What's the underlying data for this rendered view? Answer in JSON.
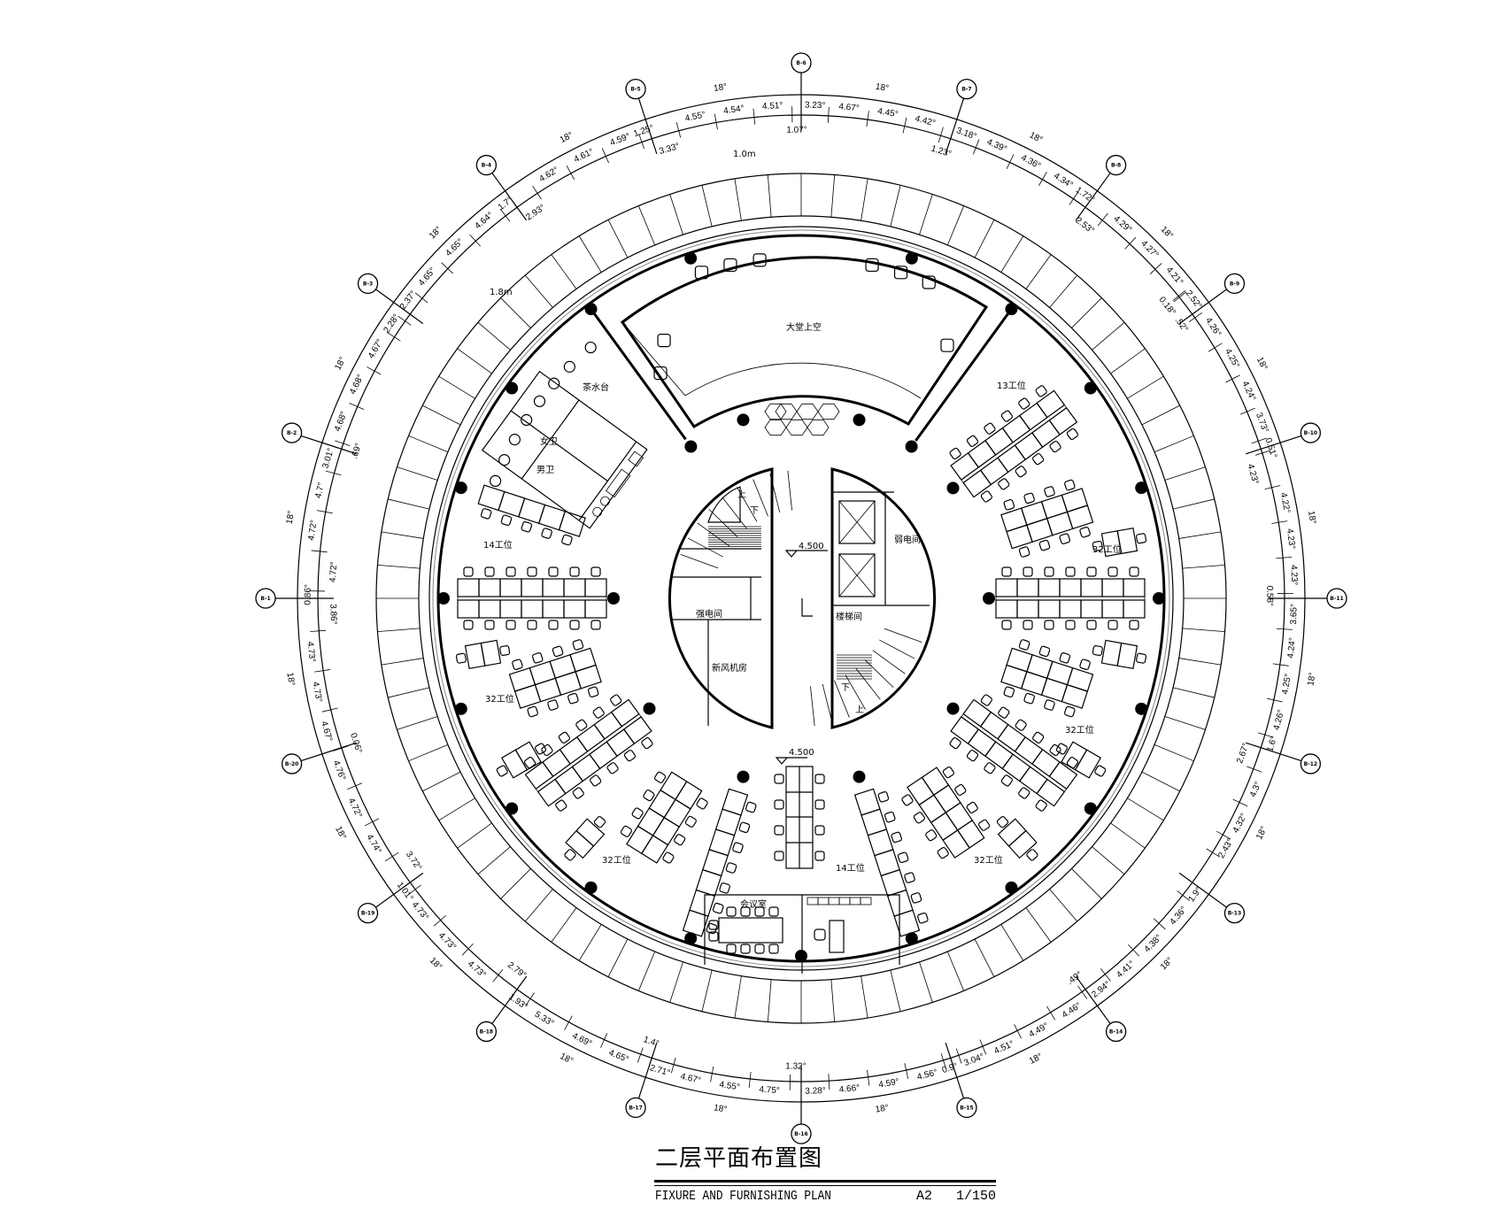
{
  "title": {
    "cn": "二层平面布置图",
    "en": "FIXURE AND FURNISHING PLAN",
    "sheet": "A2",
    "scale": "1/150"
  },
  "axes": [
    "B-1",
    "B-2",
    "B-3",
    "B-4",
    "B-5",
    "B-6",
    "B-7",
    "B-8",
    "B-9",
    "B-10",
    "B-11",
    "B-12",
    "B-13",
    "B-14",
    "B-15",
    "B-16",
    "B-17",
    "B-18",
    "B-19",
    "B-20"
  ],
  "segment_angle": "18°",
  "dims": [
    [
      "0.86°",
      "4.72°",
      "4.72°",
      "4.7°",
      "3.01°"
    ],
    [
      ".69°",
      "4.68°",
      "4.68°",
      "4.67°",
      "2.28°"
    ],
    [
      "2.37°",
      "4.65°",
      "4.65°",
      "4.64°",
      "1.7°"
    ],
    [
      "2.93°",
      "4.62°",
      "4.61°",
      "4.59°",
      "1.25°"
    ],
    [
      "3.33°",
      "4.55°",
      "4.54°",
      "4.51°",
      "1.07°"
    ],
    [
      "3.23°",
      "4.67°",
      "4.45°",
      "4.42°",
      "1.23°"
    ],
    [
      "3.18°",
      "4.39°",
      "4.36°",
      "4.34°",
      "1.72°"
    ],
    [
      "2.53°",
      "4.29°",
      "4.27°",
      "4.21°",
      "0.18°",
      "2.52°"
    ],
    [
      ".52°",
      "4.26°",
      "4.25°",
      "4.24°",
      "3.73°"
    ],
    [
      "0.51°",
      "4.23°",
      "4.22°",
      "4.23°",
      "4.23°",
      "0.58°"
    ],
    [
      "3.65°",
      "4.24°",
      "4.25°",
      "4.26°",
      "1.6°"
    ],
    [
      "2.67°",
      "4.3°",
      "4.32°",
      "2.43°"
    ],
    [
      "1.9°",
      "4.36°",
      "4.38°",
      "4.41°",
      "2.94°"
    ],
    [
      ".49°",
      "4.46°",
      "4.49°",
      "4.51°",
      "3.04°"
    ],
    [
      "0.9°",
      "4.56°",
      "4.59°",
      "4.66°",
      "3.28°"
    ],
    [
      "1.32°",
      "4.75°",
      "4.55°",
      "4.67°",
      "2.71°"
    ],
    [
      "1.4°",
      "4.65°",
      "4.69°",
      "5.33°",
      "1.93°"
    ],
    [
      "2.79°",
      "4.73°",
      "4.73°",
      "4.73°",
      "1.01°"
    ],
    [
      "3.72°",
      "4.74°",
      "4.72°",
      "4.76°",
      "0.06°"
    ],
    [
      "4.67°",
      "4.73°",
      "4.73°",
      "3.86°"
    ]
  ],
  "rooms": {
    "atrium": "大堂上空",
    "tea": "茶水台",
    "female": "女卫",
    "male": "男卫",
    "strong_elec": "强电间",
    "weak_elec": "弱电间",
    "stair": "楼梯间",
    "fresh_air": "新风机房",
    "meeting": "会议室",
    "up": "上",
    "down": "下"
  },
  "workstations": {
    "upper_right": "13工位",
    "left": "14工位",
    "right": "32工位",
    "left_mid": "32工位",
    "right_mid": "32工位",
    "lower_left": "32工位",
    "lower_right": "32工位",
    "bottom": "14工位"
  },
  "elevations": {
    "core": "4.500",
    "bottom": "4.500"
  },
  "widths": {
    "top": "1.0m",
    "upper_left": "1.8m"
  }
}
